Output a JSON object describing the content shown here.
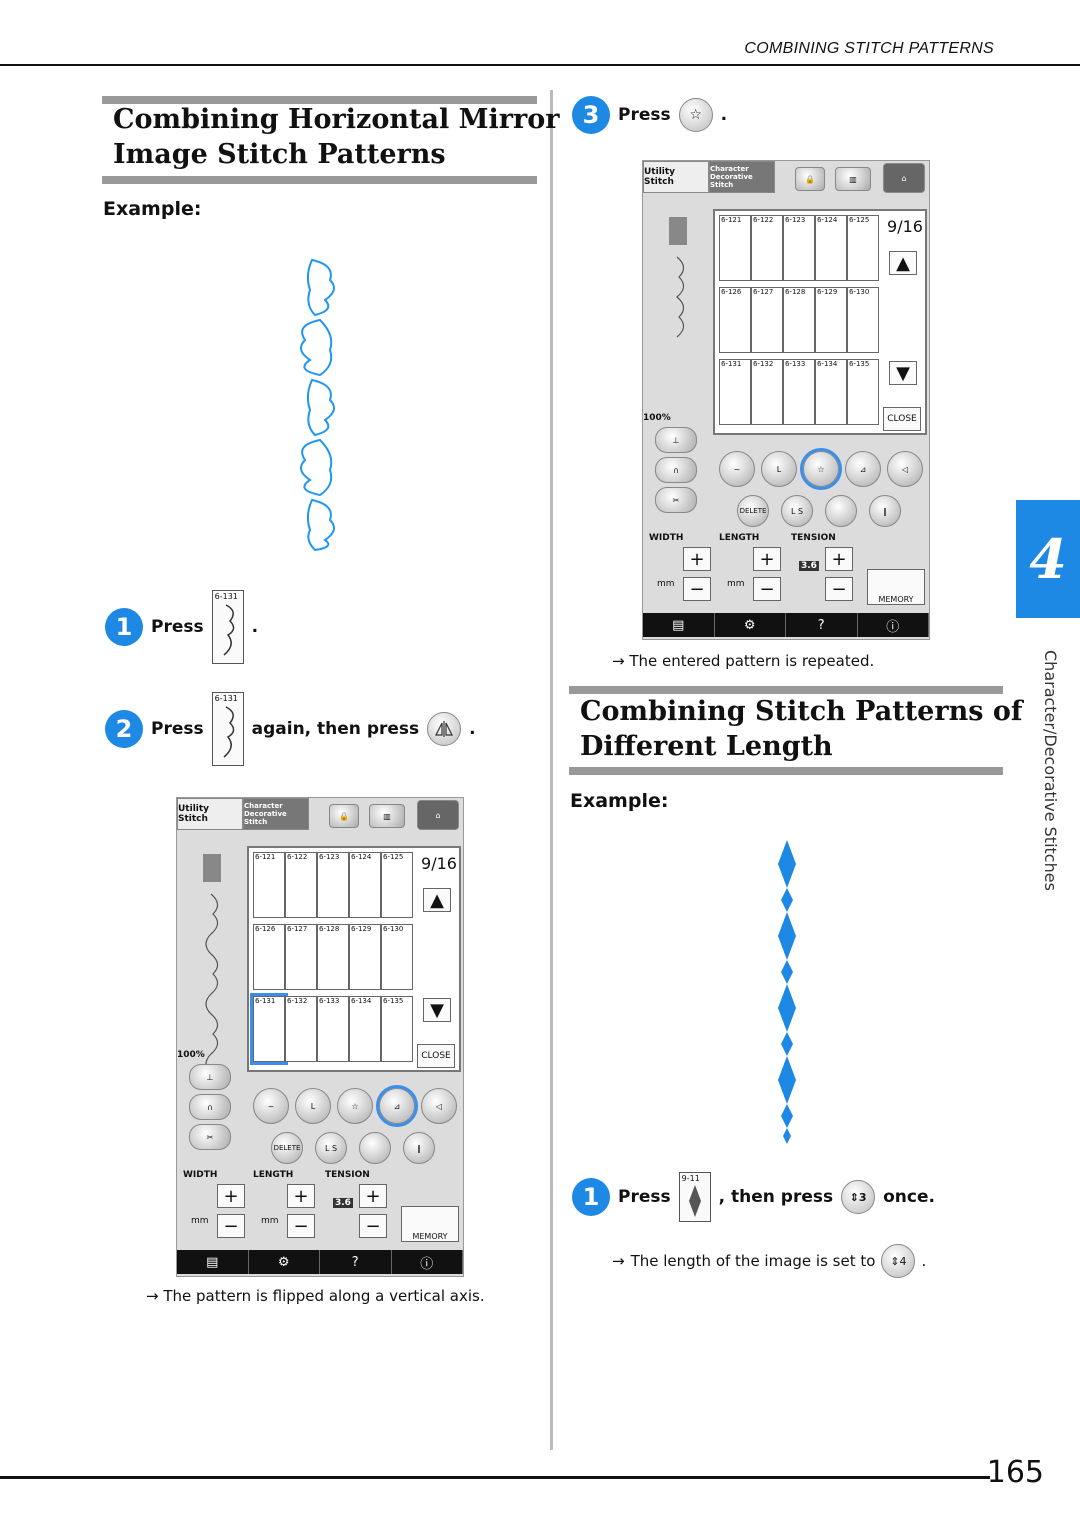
{
  "header": {
    "running_head": "COMBINING STITCH PATTERNS"
  },
  "left": {
    "section_title_1": "Combining Horizontal Mirror",
    "section_title_2": "Image Stitch Patterns",
    "example_label": "Example:",
    "step1": {
      "num": "1",
      "press": "Press",
      "key_label": "6-131",
      "end": "."
    },
    "step2": {
      "num": "2",
      "press": "Press",
      "key_label": "6-131",
      "again": "again, then press",
      "end": "."
    },
    "note": "The pattern is flipped along a vertical axis."
  },
  "right": {
    "step3": {
      "num": "3",
      "press": "Press",
      "end": "."
    },
    "note1": "The entered pattern is repeated.",
    "section_title_1": "Combining Stitch Patterns of",
    "section_title_2": "Different Length",
    "example_label": "Example:",
    "step1": {
      "num": "1",
      "press": "Press",
      "key_label": "9-11",
      "then": ", then press",
      "btn_num": "3",
      "once": "once."
    },
    "note2": "The length of the image is set to",
    "note2_btn": "4",
    "note2_end": "."
  },
  "screen": {
    "tab_utility": "Utility Stitch",
    "tab_char": "Character Decorative Stitch",
    "page": "9",
    "pages": "16",
    "row1": [
      "6-121",
      "6-122",
      "6-123",
      "6-124",
      "6-125"
    ],
    "row2": [
      "6-126",
      "6-127",
      "6-128",
      "6-129",
      "6-130"
    ],
    "row3": [
      "6-131",
      "6-132",
      "6-133",
      "6-134",
      "6-135"
    ],
    "zoom": "100%",
    "close": "CLOSE",
    "delete": "DELETE",
    "ls": "L S",
    "width": "WIDTH",
    "length": "LENGTH",
    "tension": "TENSION",
    "mm1": "mm",
    "mm2": "mm",
    "tension_val": "3.6",
    "memory": "MEMORY",
    "bottom": [
      "▤",
      "⚙",
      "?",
      "ⓘ"
    ]
  },
  "side": {
    "chapter": "4",
    "label": "Character/Decorative Stitches"
  },
  "page_number": "165"
}
